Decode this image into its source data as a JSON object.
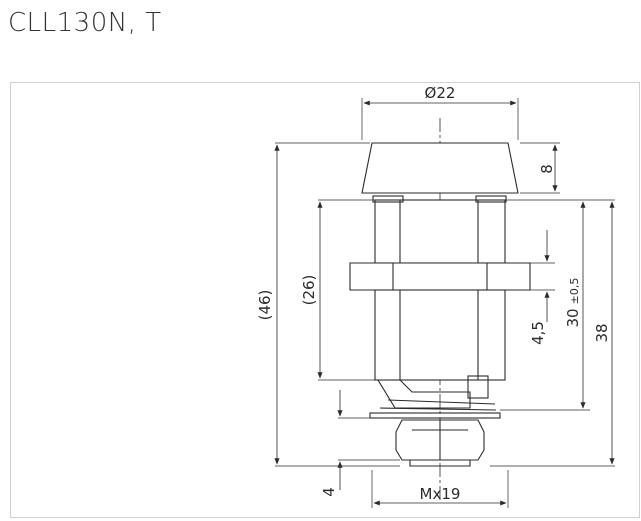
{
  "title": "CLL130N, T",
  "dimensions": {
    "diameter": "Ø22",
    "cap_height": "8",
    "overall_46": "(46)",
    "body_26": "(26)",
    "nut_4_5": "4,5",
    "length_30": "30",
    "tolerance": "±0,5",
    "length_38": "38",
    "thread": "Mx19",
    "bottom_4": "4"
  }
}
